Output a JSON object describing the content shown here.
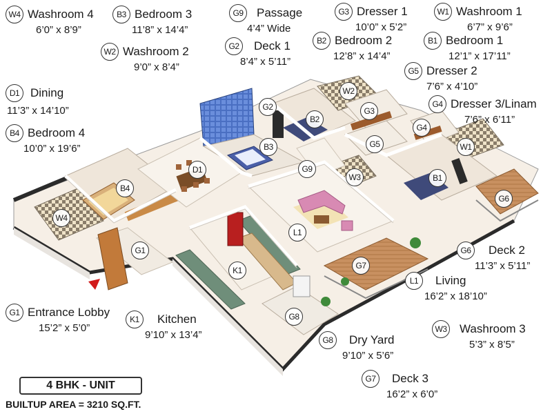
{
  "unit": {
    "title": "4 BHK - UNIT",
    "area": "BUILTUP AREA = 3210 SQ.FT."
  },
  "rooms": {
    "W4": {
      "code": "W4",
      "name": "Washroom 4",
      "dim": "6’0” x 8’9”"
    },
    "B3": {
      "code": "B3",
      "name": "Bedroom 3",
      "dim": "11’8” x 14’4”"
    },
    "G9": {
      "code": "G9",
      "name": "Passage",
      "dim": "4’4” Wide"
    },
    "G3": {
      "code": "G3",
      "name": "Dresser 1",
      "dim": "10’0” x 5’2”"
    },
    "W1": {
      "code": "W1",
      "name": "Washroom 1",
      "dim": "6’7” x 9’6”"
    },
    "W2": {
      "code": "W2",
      "name": "Washroom 2",
      "dim": "9’0” x 8’4”"
    },
    "G2": {
      "code": "G2",
      "name": "Deck 1",
      "dim": "8’4” x 5’11”"
    },
    "B2": {
      "code": "B2",
      "name": "Bedroom 2",
      "dim": "12’8” x 14’4”"
    },
    "B1": {
      "code": "B1",
      "name": "Bedroom 1",
      "dim": "12’1” x 17’11”"
    },
    "G5": {
      "code": "G5",
      "name": "Dresser 2",
      "dim": "7’6” x 4’10”"
    },
    "D1": {
      "code": "D1",
      "name": "Dining",
      "dim": "11’3” x 14’10”"
    },
    "G4": {
      "code": "G4",
      "name": "Dresser 3/Linam",
      "dim": "7’6” x 6’11”"
    },
    "B4": {
      "code": "B4",
      "name": "Bedroom 4",
      "dim": "10’0” x 19’6”"
    },
    "G6": {
      "code": "G6",
      "name": "Deck 2",
      "dim": "11’3” x 5’11”"
    },
    "L1": {
      "code": "L1",
      "name": "Living",
      "dim": "16’2” x 18’10”"
    },
    "G1": {
      "code": "G1",
      "name": "Entrance Lobby",
      "dim": "15’2” x 5’0”"
    },
    "K1": {
      "code": "K1",
      "name": "Kitchen",
      "dim": "9’10” x 13’4”"
    },
    "W3": {
      "code": "W3",
      "name": "Washroom 3",
      "dim": "5’3” x 8’5”"
    },
    "G8": {
      "code": "G8",
      "name": "Dry Yard",
      "dim": "9’10” x 5’6”"
    },
    "G7": {
      "code": "G7",
      "name": "Deck 3",
      "dim": "16’2” x 6’0”"
    }
  },
  "markers": [
    "G2",
    "B2",
    "G3",
    "W2",
    "G4",
    "W1",
    "G5",
    "B3",
    "D1",
    "G9",
    "W3",
    "B1",
    "G6",
    "B4",
    "W4",
    "L1",
    "G1",
    "K1",
    "G7",
    "G8"
  ]
}
